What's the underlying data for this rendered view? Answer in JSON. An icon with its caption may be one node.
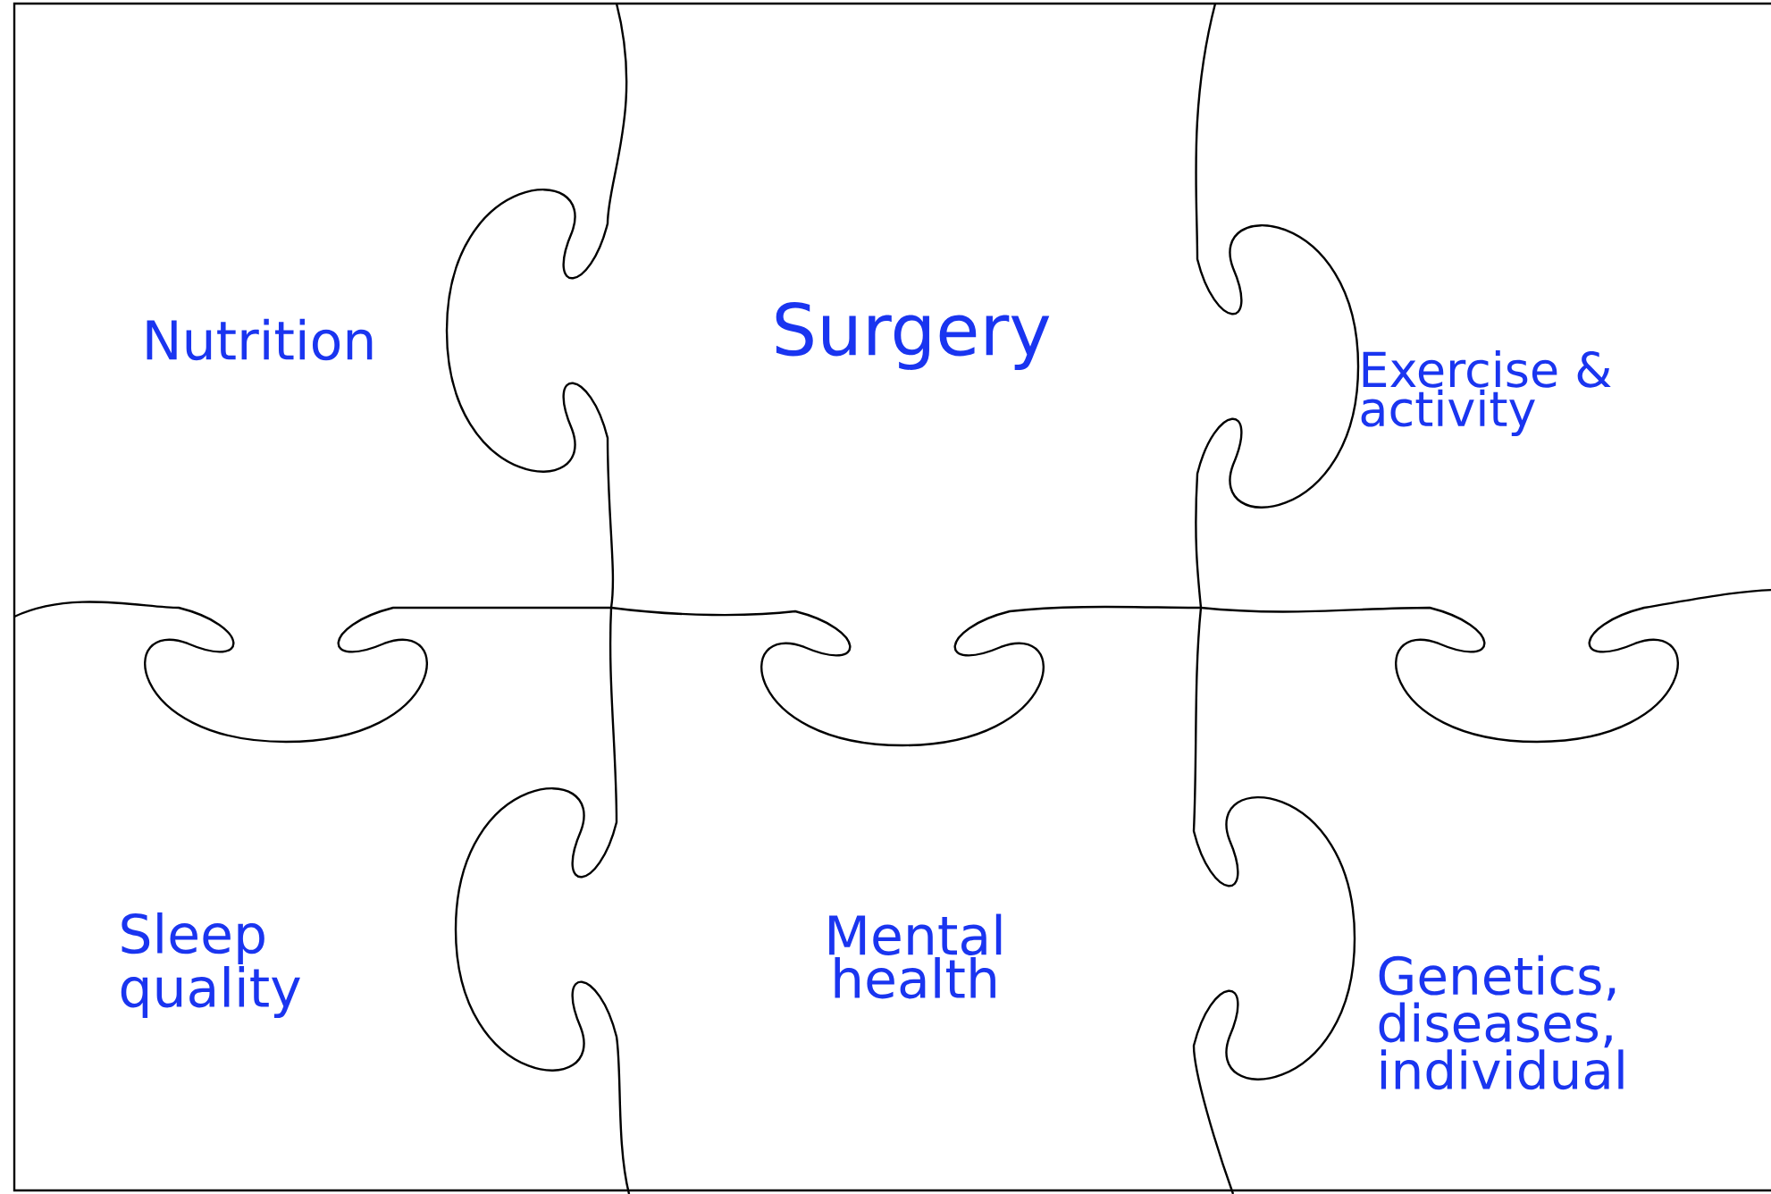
{
  "diagram": {
    "nodes": [
      {
        "text": [
          "Nutrition"
        ]
      },
      {
        "text": [
          "Surgery"
        ]
      },
      {
        "text": [
          "Exercise & activity"
        ]
      },
      {
        "text": [
          "Sleep quality"
        ]
      },
      {
        "text": [
          "Mental health"
        ]
      },
      {
        "text": [
          "Genetics, diseases, individual"
        ]
      }
    ]
  }
}
